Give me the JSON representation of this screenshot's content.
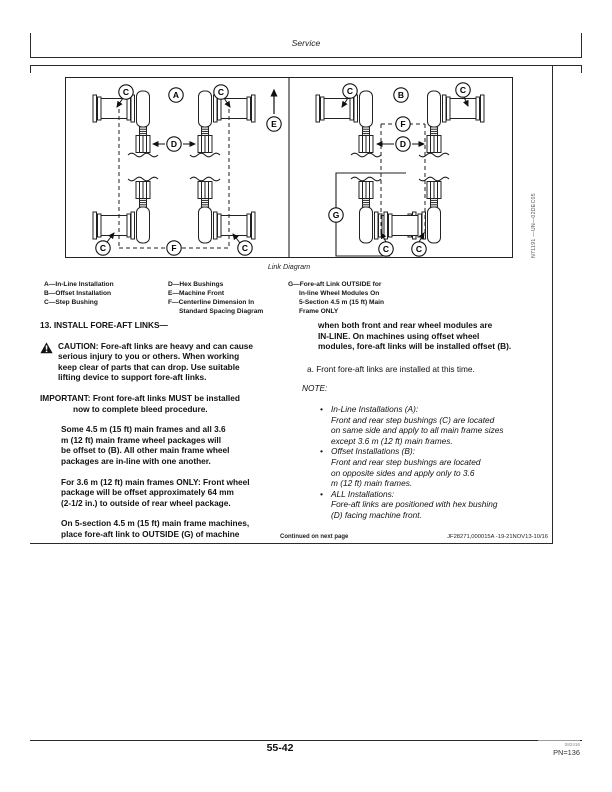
{
  "page": {
    "header_title": "Service",
    "page_number": "55-42",
    "pn_label": "PN=136",
    "print_code": "082416"
  },
  "figure": {
    "caption": "Link Diagram",
    "image_id": "N71191 —UN—02DEC05",
    "callouts": {
      "a": "A",
      "b": "B",
      "c": "C",
      "d": "D",
      "e": "E",
      "f": "F",
      "g": "G"
    },
    "legend_col1": [
      "A—In-Line Installation",
      "B—Offset Installation",
      "C—Step Bushing"
    ],
    "legend_col2": [
      "D—Hex Bushings",
      "E—Machine Front",
      "F—Centerline Dimension In\nStandard Spacing Diagram"
    ],
    "legend_col3": [
      "G—Fore-aft Link OUTSIDE for\nIn-line Wheel Modules On\n5-Section 4.5 m (15 ft) Main\nFrame ONLY"
    ]
  },
  "left_column": {
    "step_heading": "13. INSTALL FORE-AFT LINKS—",
    "caution": "CAUTION: Fore-aft links are heavy and can cause\nserious injury to you or others. When working\nkeep clear of parts that can drop. Use suitable\nlifting device to support fore-aft links.",
    "important_head": "IMPORTANT: Front fore-aft links MUST be installed",
    "important_cont": "now to complete bleed procedure.",
    "para1": "Some 4.5 m (15 ft) main frames and all 3.6\nm (12 ft) main frame wheel packages will\nbe offset to (B). All other main frame wheel\npackages are in-line with one another.",
    "para2": "For 3.6 m (12 ft) main frames ONLY: Front wheel\npackage will be offset approximately 64 mm\n(2-1/2 in.) to outside of rear wheel package.",
    "para3": "On 5-section 4.5 m (15 ft) main frame machines,\nplace fore-aft link to OUTSIDE (G) of machine"
  },
  "right_column": {
    "intro": "when both front and rear wheel modules are\nIN-LINE. On machines using offset wheel\nmodules, fore-aft links will be installed offset (B).",
    "step_a": "a. Front fore-aft links are installed at this time.",
    "note_label": "NOTE:",
    "bullets": [
      "In-Line Installations (A):\nFront and rear step bushings (C) are located\non same side and apply to all main frame sizes\nexcept 3.6 m (12 ft) main frames.",
      "Offset Installations (B):\nFront and rear step bushings are located\non opposite sides and apply only to 3.6\nm (12 ft) main frames.",
      "ALL Installations:\nFore-aft links are positioned with hex bushing\n(D) facing machine front."
    ]
  },
  "section_footer": {
    "continued": "Continued on next page",
    "doc_ref": "JF28271,000015A -19-21NOV13-10/16"
  }
}
